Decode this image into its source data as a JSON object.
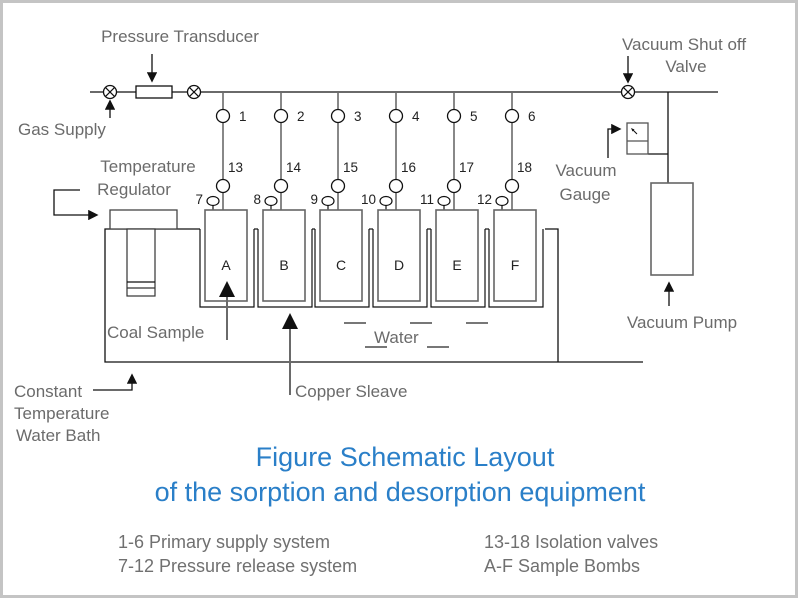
{
  "labels": {
    "pressure_transducer": "Pressure Transducer",
    "gas_supply": "Gas Supply",
    "temperature_regulator_1": "Temperature",
    "temperature_regulator_2": "Regulator",
    "vacuum_shutoff_1": "Vacuum Shut off",
    "vacuum_shutoff_2": "Valve",
    "vacuum_gauge_1": "Vacuum",
    "vacuum_gauge_2": "Gauge",
    "vacuum_pump": "Vacuum Pump",
    "coal_sample": "Coal Sample",
    "copper_sleave": "Copper Sleave",
    "water": "Water",
    "water_bath_1": "Constant",
    "water_bath_2": "Temperature",
    "water_bath_3": "Water Bath"
  },
  "primary_valves": [
    "1",
    "2",
    "3",
    "4",
    "5",
    "6"
  ],
  "isolation_valves": [
    "13",
    "14",
    "15",
    "16",
    "17",
    "18"
  ],
  "release_valves": [
    "7",
    "8",
    "9",
    "10",
    "11",
    "12"
  ],
  "sample_bombs": [
    "A",
    "B",
    "C",
    "D",
    "E",
    "F"
  ],
  "title": {
    "line1": "Figure Schematic Layout",
    "line2": "of the sorption and desorption equipment"
  },
  "legend": {
    "primary": "1-6 Primary supply system",
    "release": "7-12 Pressure release system",
    "isolation": "13-18 Isolation valves",
    "bombs": "A-F Sample Bombs"
  },
  "colors": {
    "title": "#2a7fc8",
    "label": "#6b6b6b",
    "line": "#111111"
  }
}
